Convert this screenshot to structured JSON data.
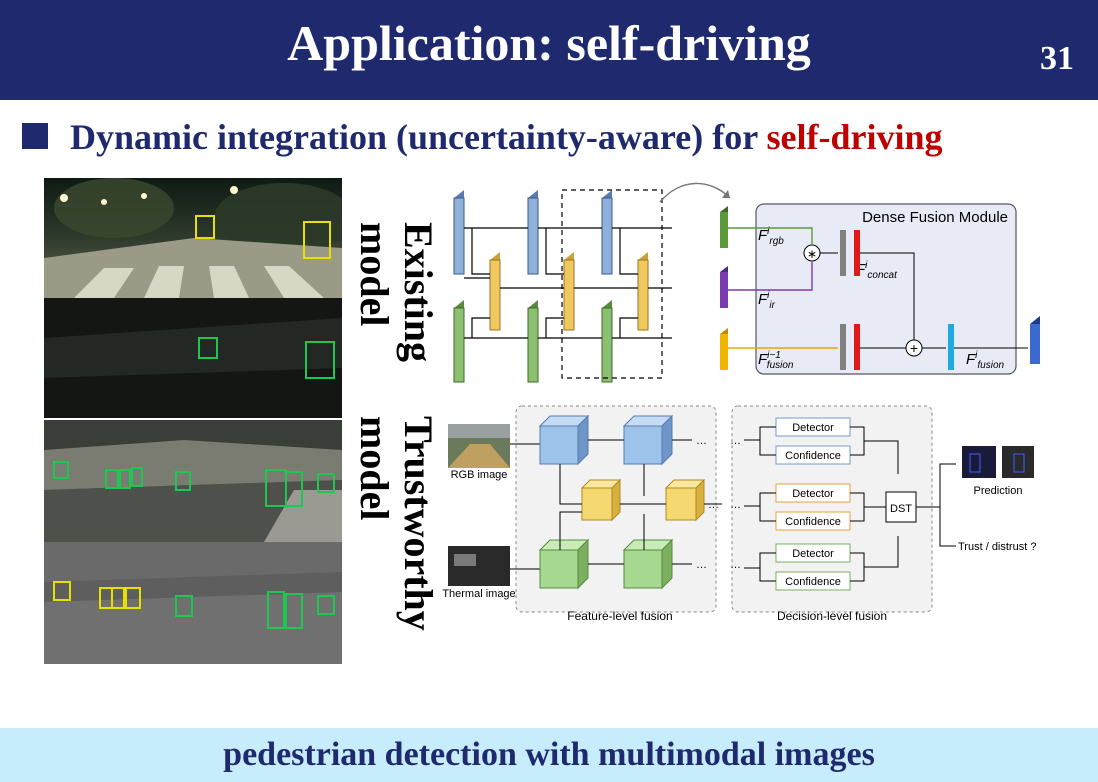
{
  "header": {
    "title": "Application: self-driving",
    "page_number": "31"
  },
  "subtitle": {
    "prefix": "Dynamic integration (uncertainty-aware) for ",
    "highlight": "self-driving"
  },
  "labels": {
    "existing": [
      "Existing",
      "model"
    ],
    "trustworthy": [
      "Trustworthy",
      "model"
    ]
  },
  "fusion_module": {
    "title": "Dense Fusion Module",
    "f_rgb": "F",
    "f_ir": "F",
    "f_concat": "F",
    "f_fusion_prev": "F",
    "f_fusion": "F"
  },
  "trust_diagram": {
    "rgb_label": "RGB image",
    "thermal_label": "Thermal image",
    "detector": "Detector",
    "confidence": "Confidence",
    "dst": "DST",
    "prediction": "Prediction",
    "trust": "Trust / distrust ?",
    "feature_fusion": "Feature-level fusion",
    "decision_fusion": "Decision-level fusion"
  },
  "footer": {
    "caption": "pedestrian detection with multimodal images"
  },
  "colors": {
    "navy": "#1f2a6e",
    "red": "#c00000",
    "footer_bg": "#c7ecfb"
  }
}
